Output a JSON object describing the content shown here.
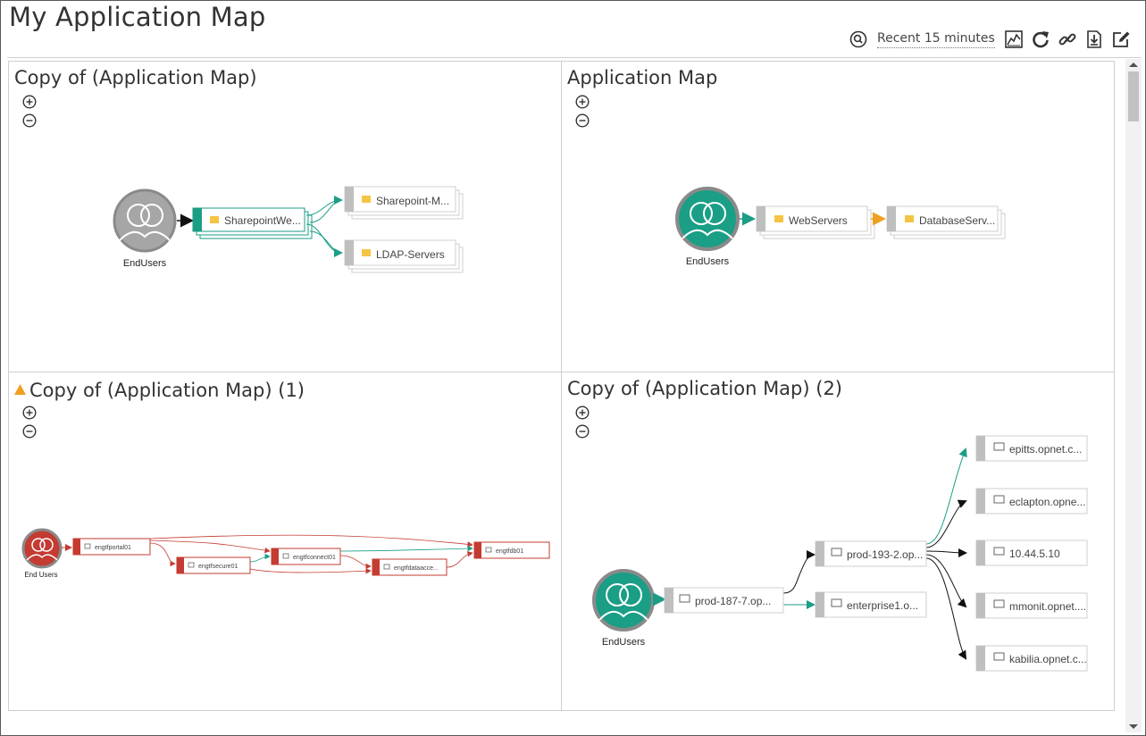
{
  "page": {
    "title": "My Application Map"
  },
  "toolbar": {
    "time_range": "Recent 15 minutes",
    "icons": [
      "search-icon",
      "chart-icon",
      "refresh-icon",
      "link-icon",
      "download-icon",
      "edit-icon"
    ]
  },
  "colors": {
    "teal": "#1a9e86",
    "gray_node": "#a6a6a6",
    "red": "#c43b32",
    "orange": "#f0a020",
    "edge_black": "#111111"
  },
  "panels": [
    {
      "title": "Copy of (Application Map)",
      "warning": false,
      "nodes": {
        "endusers": "EndUsers",
        "group1": "SharepointWe...",
        "group2": "Sharepoint-M...",
        "group3": "LDAP-Servers"
      }
    },
    {
      "title": "Application Map",
      "warning": false,
      "nodes": {
        "endusers": "EndUsers",
        "group1": "WebServers",
        "group2": "DatabaseServ..."
      }
    },
    {
      "title": "Copy of (Application Map) (1)",
      "warning": true,
      "nodes": {
        "endusers": "End Users",
        "n1": "engtfportal01",
        "n2": "engtfsecure01",
        "n3": "engtfconnect01",
        "n4": "engtfdataacce...",
        "n5": "engtfdb01"
      }
    },
    {
      "title": "Copy of (Application Map) (2)",
      "warning": false,
      "nodes": {
        "endusers": "EndUsers",
        "n1": "prod-187-7.op...",
        "n2": "prod-193-2.op...",
        "n3": "enterprise1.o...",
        "n4": "epitts.opnet.c...",
        "n5": "eclapton.opne...",
        "n6": "10.44.5.10",
        "n7": "mmonit.opnet....",
        "n8": "kabilia.opnet.c..."
      }
    }
  ]
}
